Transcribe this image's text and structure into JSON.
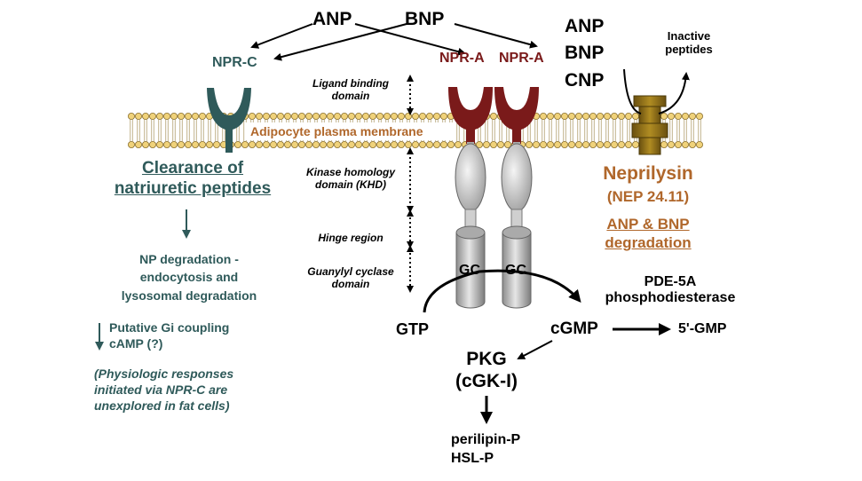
{
  "ligands": {
    "anp": "ANP",
    "bnp": "BNP",
    "stack": [
      "ANP",
      "BNP",
      "CNP"
    ]
  },
  "inactive_peptides": [
    "Inactive",
    "peptides"
  ],
  "receptors": {
    "npr_c": "NPR-C",
    "npr_a_1": "NPR-A",
    "npr_a_2": "NPR-A",
    "gc_1": "GC",
    "gc_2": "GC"
  },
  "membrane_label": "Adipocyte plasma membrane",
  "domains": {
    "ligand_binding": [
      "Ligand binding",
      "domain"
    ],
    "khd": [
      "Kinase homology",
      "domain (KHD)"
    ],
    "hinge": "Hinge region",
    "guanylyl": [
      "Guanylyl cyclase",
      "domain"
    ]
  },
  "clearance": {
    "title": [
      "Clearance of",
      "natriuretic peptides"
    ]
  },
  "np_degradation": [
    "NP degradation -",
    "endocytosis and",
    "lysosomal degradation"
  ],
  "gi_coupling": [
    "Putative Gi coupling",
    "cAMP (?)"
  ],
  "physiologic": [
    "(Physiologic responses",
    "initiated via NPR-C are",
    "unexplored in fat cells)"
  ],
  "neprilysin": {
    "name": "Neprilysin",
    "code": "(NEP 24.11)",
    "degradation": [
      "ANP & BNP",
      "degradation"
    ]
  },
  "pathway": {
    "gtp": "GTP",
    "cgmp": "cGMP",
    "pde": [
      "PDE-5A",
      "phosphodiesterase"
    ],
    "gmp": "5'-GMP",
    "pkg": [
      "PKG",
      "(cGK-I)"
    ],
    "targets": [
      "perilipin-P",
      "HSL-P"
    ]
  },
  "colors": {
    "teal": "#2f5a5a",
    "maroon": "#7a1a1a",
    "brown": "#b0672b",
    "membrane": "#f0d27a",
    "neprilysin": "#8a6a12"
  }
}
